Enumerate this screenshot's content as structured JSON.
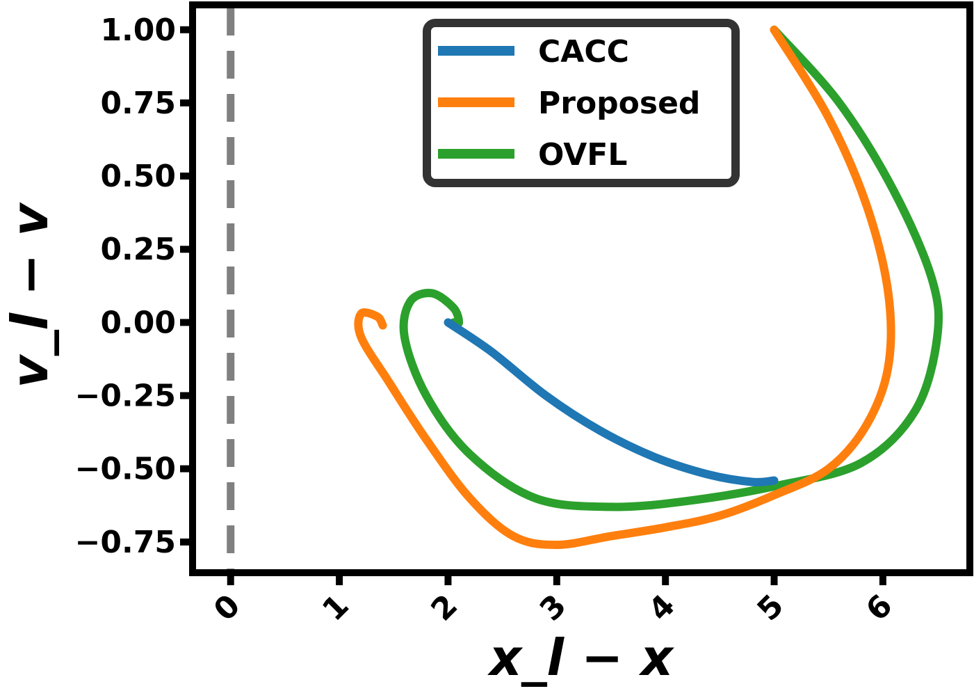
{
  "chart_data": {
    "type": "line",
    "title": "",
    "xlabel": "x_l − x",
    "ylabel": "v_l − v",
    "xlim": [
      -0.35,
      6.8
    ],
    "ylim": [
      -0.855,
      1.085
    ],
    "xticks": [
      0,
      1,
      2,
      3,
      4,
      5,
      6
    ],
    "xtick_labels": [
      "0",
      "1",
      "2",
      "3",
      "4",
      "5",
      "6"
    ],
    "yticks": [
      1.0,
      0.75,
      0.5,
      0.25,
      0.0,
      -0.25,
      -0.5,
      -0.75
    ],
    "ytick_labels": [
      "1.00",
      "0.75",
      "0.50",
      "0.25",
      "0.00",
      "−0.25",
      "−0.50",
      "−0.75"
    ],
    "grid": false,
    "legend_position": "top-center",
    "reference_line": {
      "x": 0,
      "style": "dashed",
      "color": "#808080"
    },
    "series": [
      {
        "name": "CACC",
        "color": "#1f77b4",
        "points": [
          [
            2.0,
            0.0
          ],
          [
            2.4,
            -0.1
          ],
          [
            2.9,
            -0.25
          ],
          [
            3.4,
            -0.37
          ],
          [
            3.9,
            -0.46
          ],
          [
            4.4,
            -0.52
          ],
          [
            4.8,
            -0.545
          ],
          [
            5.0,
            -0.54
          ]
        ]
      },
      {
        "name": "Proposed",
        "color": "#ff7f0e",
        "points": [
          [
            5.0,
            1.0
          ],
          [
            5.5,
            0.7
          ],
          [
            5.85,
            0.4
          ],
          [
            6.05,
            0.1
          ],
          [
            6.05,
            -0.15
          ],
          [
            5.85,
            -0.35
          ],
          [
            5.5,
            -0.5
          ],
          [
            5.0,
            -0.59
          ],
          [
            4.5,
            -0.66
          ],
          [
            4.0,
            -0.7
          ],
          [
            3.5,
            -0.73
          ],
          [
            3.0,
            -0.76
          ],
          [
            2.6,
            -0.73
          ],
          [
            2.2,
            -0.6
          ],
          [
            1.8,
            -0.4
          ],
          [
            1.45,
            -0.2
          ],
          [
            1.2,
            -0.05
          ],
          [
            1.2,
            0.03
          ],
          [
            1.35,
            0.02
          ],
          [
            1.4,
            -0.01
          ]
        ]
      },
      {
        "name": "OVFL",
        "color": "#2ca02c",
        "points": [
          [
            5.0,
            1.0
          ],
          [
            5.6,
            0.75
          ],
          [
            6.1,
            0.45
          ],
          [
            6.45,
            0.15
          ],
          [
            6.5,
            -0.05
          ],
          [
            6.3,
            -0.3
          ],
          [
            5.8,
            -0.48
          ],
          [
            5.0,
            -0.56
          ],
          [
            4.2,
            -0.61
          ],
          [
            3.5,
            -0.63
          ],
          [
            2.8,
            -0.6
          ],
          [
            2.2,
            -0.45
          ],
          [
            1.8,
            -0.25
          ],
          [
            1.6,
            -0.05
          ],
          [
            1.65,
            0.07
          ],
          [
            1.85,
            0.1
          ],
          [
            2.05,
            0.05
          ],
          [
            2.1,
            0.0
          ],
          [
            2.05,
            0.0
          ]
        ]
      }
    ]
  }
}
